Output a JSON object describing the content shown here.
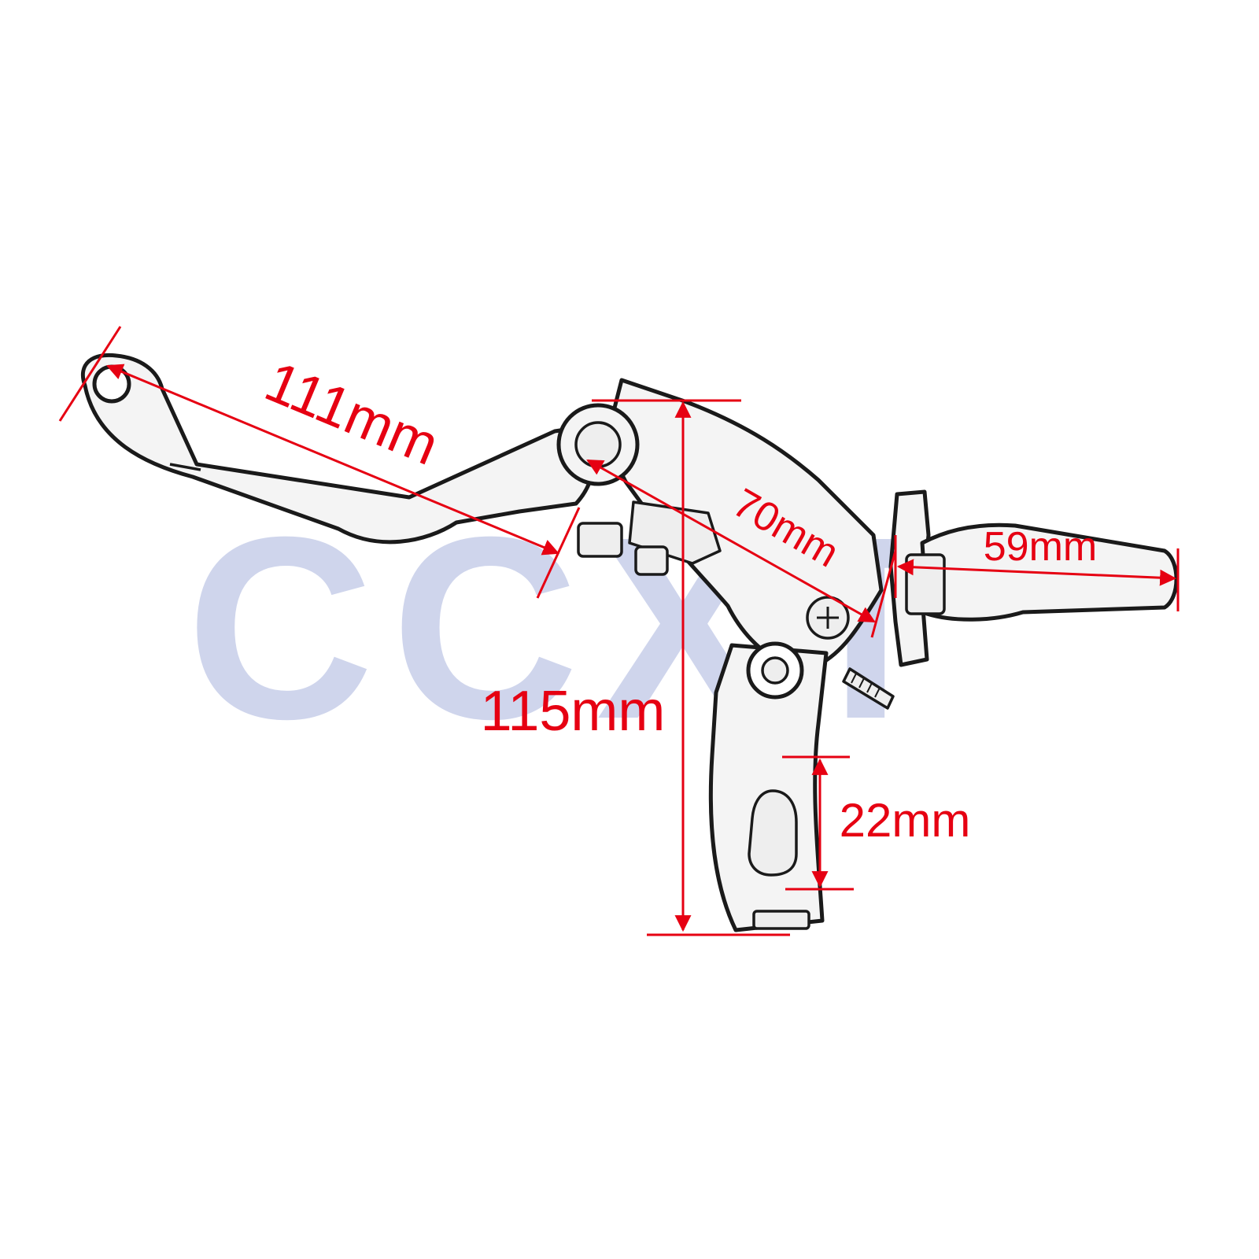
{
  "watermark": {
    "text": "CCXT",
    "color": "#a9b4de"
  },
  "dimension_color": "#e60012",
  "dimensions": {
    "lever_length": "111mm",
    "pivot_to_adjuster": "70mm",
    "overall_height": "115mm",
    "clamp_width": "22mm",
    "adjuster_length": "59mm"
  }
}
